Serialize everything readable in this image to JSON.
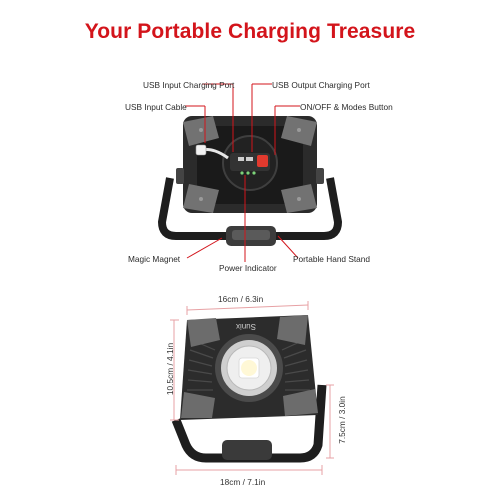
{
  "title": "Your Portable Charging Treasure",
  "labels": {
    "usb_input_port": "USB Input Charging Port",
    "usb_output_port": "USB Output Charging Port",
    "usb_input_cable": "USB Input Cable",
    "onoff_button": "ON/OFF & Modes Button",
    "magic_magnet": "Magic Magnet",
    "power_indicator": "Power Indicator",
    "hand_stand": "Portable Hand Stand"
  },
  "brand": "Sunix",
  "dimensions": {
    "top_width": "16cm / 6.3in",
    "left_height": "10.5cm / 4.1in",
    "right_height": "7.5cm / 3.0in",
    "bottom_width": "18cm / 7.1in"
  },
  "colors": {
    "accent_red": "#d3141b",
    "body_dark": "#2a2a2a",
    "body_grey": "#6d6d6d",
    "button_red": "#e23a2e",
    "dimension_pink": "#e7a1a4"
  }
}
